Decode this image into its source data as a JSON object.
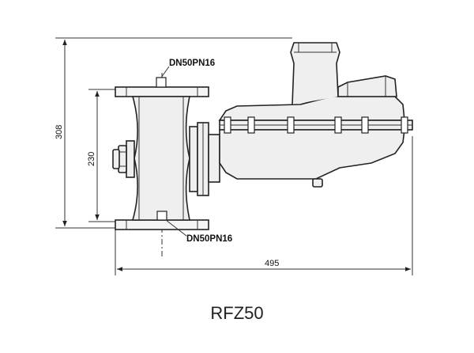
{
  "caption": "RFZ50",
  "labels": {
    "flange_top": "DN50PN16",
    "flange_bottom": "DN50PN16"
  },
  "dimensions": {
    "height_overall": "308",
    "height_flange": "230",
    "width_overall": "495"
  }
}
